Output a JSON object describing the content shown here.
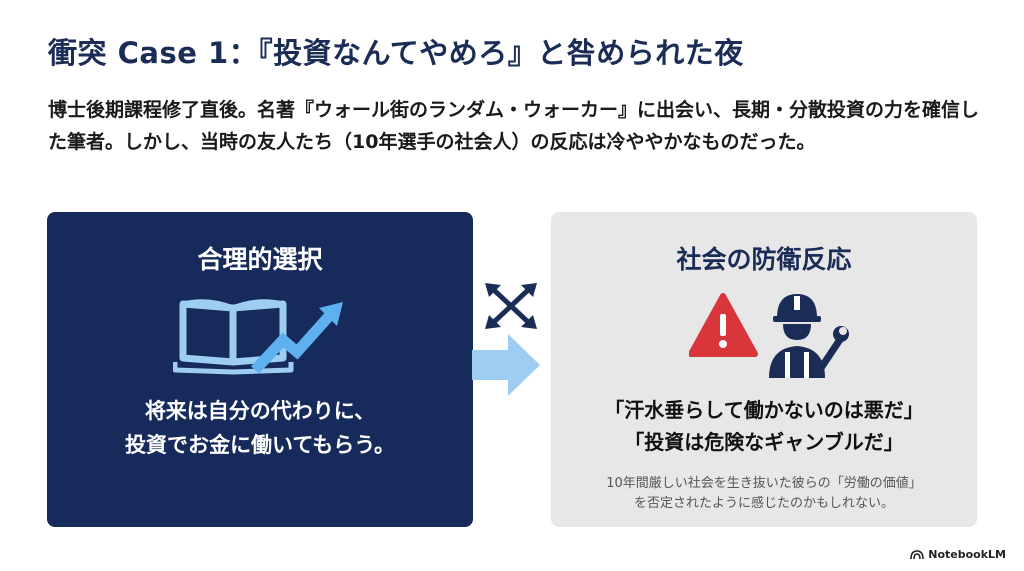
{
  "slide": {
    "title": "衝突 Case 1：『投資なんてやめろ』と咎められた夜",
    "intro": "博士後期課程修了直後。名著『ウォール街のランダム・ウォーカー』に出会い、長期・分散投資の力を確信した筆者。しかし、当時の友人たち（10年選手の社会人）の反応は冷ややかなものだった。"
  },
  "left_panel": {
    "title": "合理的選択",
    "text_line1": "将来は自分の代わりに、",
    "text_line2": "投資でお金に働いてもらう。",
    "icon": "book-growth-icon"
  },
  "right_panel": {
    "title": "社会の防衛反応",
    "quote1": "「汗水垂らして働かないのは悪だ」",
    "quote2": "「投資は危険なギャンブルだ」",
    "note_line1": "10年間厳しい社会を生き抜いた彼らの「労働の価値」",
    "note_line2": "を否定されたように感じたのかもしれない。",
    "icons": [
      "warning-icon",
      "worker-icon"
    ]
  },
  "connectors": [
    "cross-arrows-icon",
    "right-arrow-icon"
  ],
  "brand": {
    "label": "NotebookLM"
  },
  "colors": {
    "navy": "#162a5c",
    "title": "#1b2c57",
    "light_blue": "#9ecdf2",
    "warning_red": "#d8363a",
    "panel_gray": "#e7e7e8"
  }
}
